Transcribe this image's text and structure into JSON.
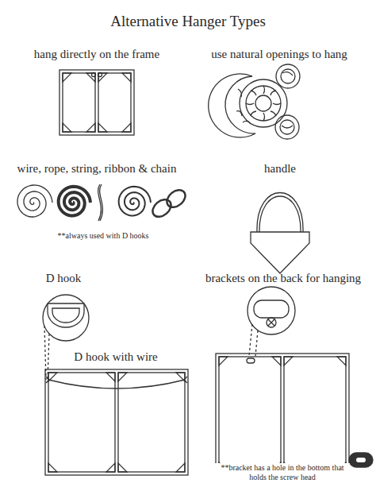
{
  "diagram": {
    "title": "Alternative Hanger Types",
    "labels": [
      "hang directly on the frame",
      "use natural openings to hang",
      "wire, rope, string, ribbon & chain",
      "handle",
      "**always used with D hooks",
      "D hook",
      "brackets on the back for hanging",
      "D hook with wire",
      "**bracket has a hole in the bottom that holds the screw head"
    ]
  }
}
